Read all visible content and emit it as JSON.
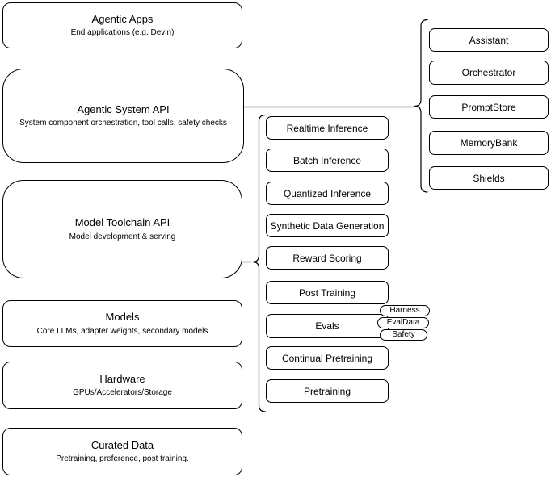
{
  "diagram": {
    "left_stack": [
      {
        "title": "Agentic Apps",
        "subtitle": "End applications (e.g. Devin)"
      },
      {
        "title": "Agentic System API",
        "subtitle": "System component orchestration, tool calls, safety checks"
      },
      {
        "title": "Model Toolchain API",
        "subtitle": "Model development & serving"
      },
      {
        "title": "Models",
        "subtitle": "Core LLMs, adapter weights, secondary models"
      },
      {
        "title": "Hardware",
        "subtitle": "GPUs/Accelerators/Storage"
      },
      {
        "title": "Curated Data",
        "subtitle": "Pretraining, preference, post training."
      }
    ],
    "toolchain_components": [
      "Realtime Inference",
      "Batch Inference",
      "Quantized Inference",
      "Synthetic Data Generation",
      "Reward Scoring",
      "Post Training",
      "Evals",
      "Continual Pretraining",
      "Pretraining"
    ],
    "agentic_components": [
      "Assistant",
      "Orchestrator",
      "PromptStore",
      "MemoryBank",
      "Shields"
    ],
    "eval_tags": [
      "Harness",
      "EvalData",
      "Safety"
    ],
    "colors": {
      "stroke": "#000000",
      "fill": "#ffffff",
      "background": "#ffffff"
    }
  }
}
